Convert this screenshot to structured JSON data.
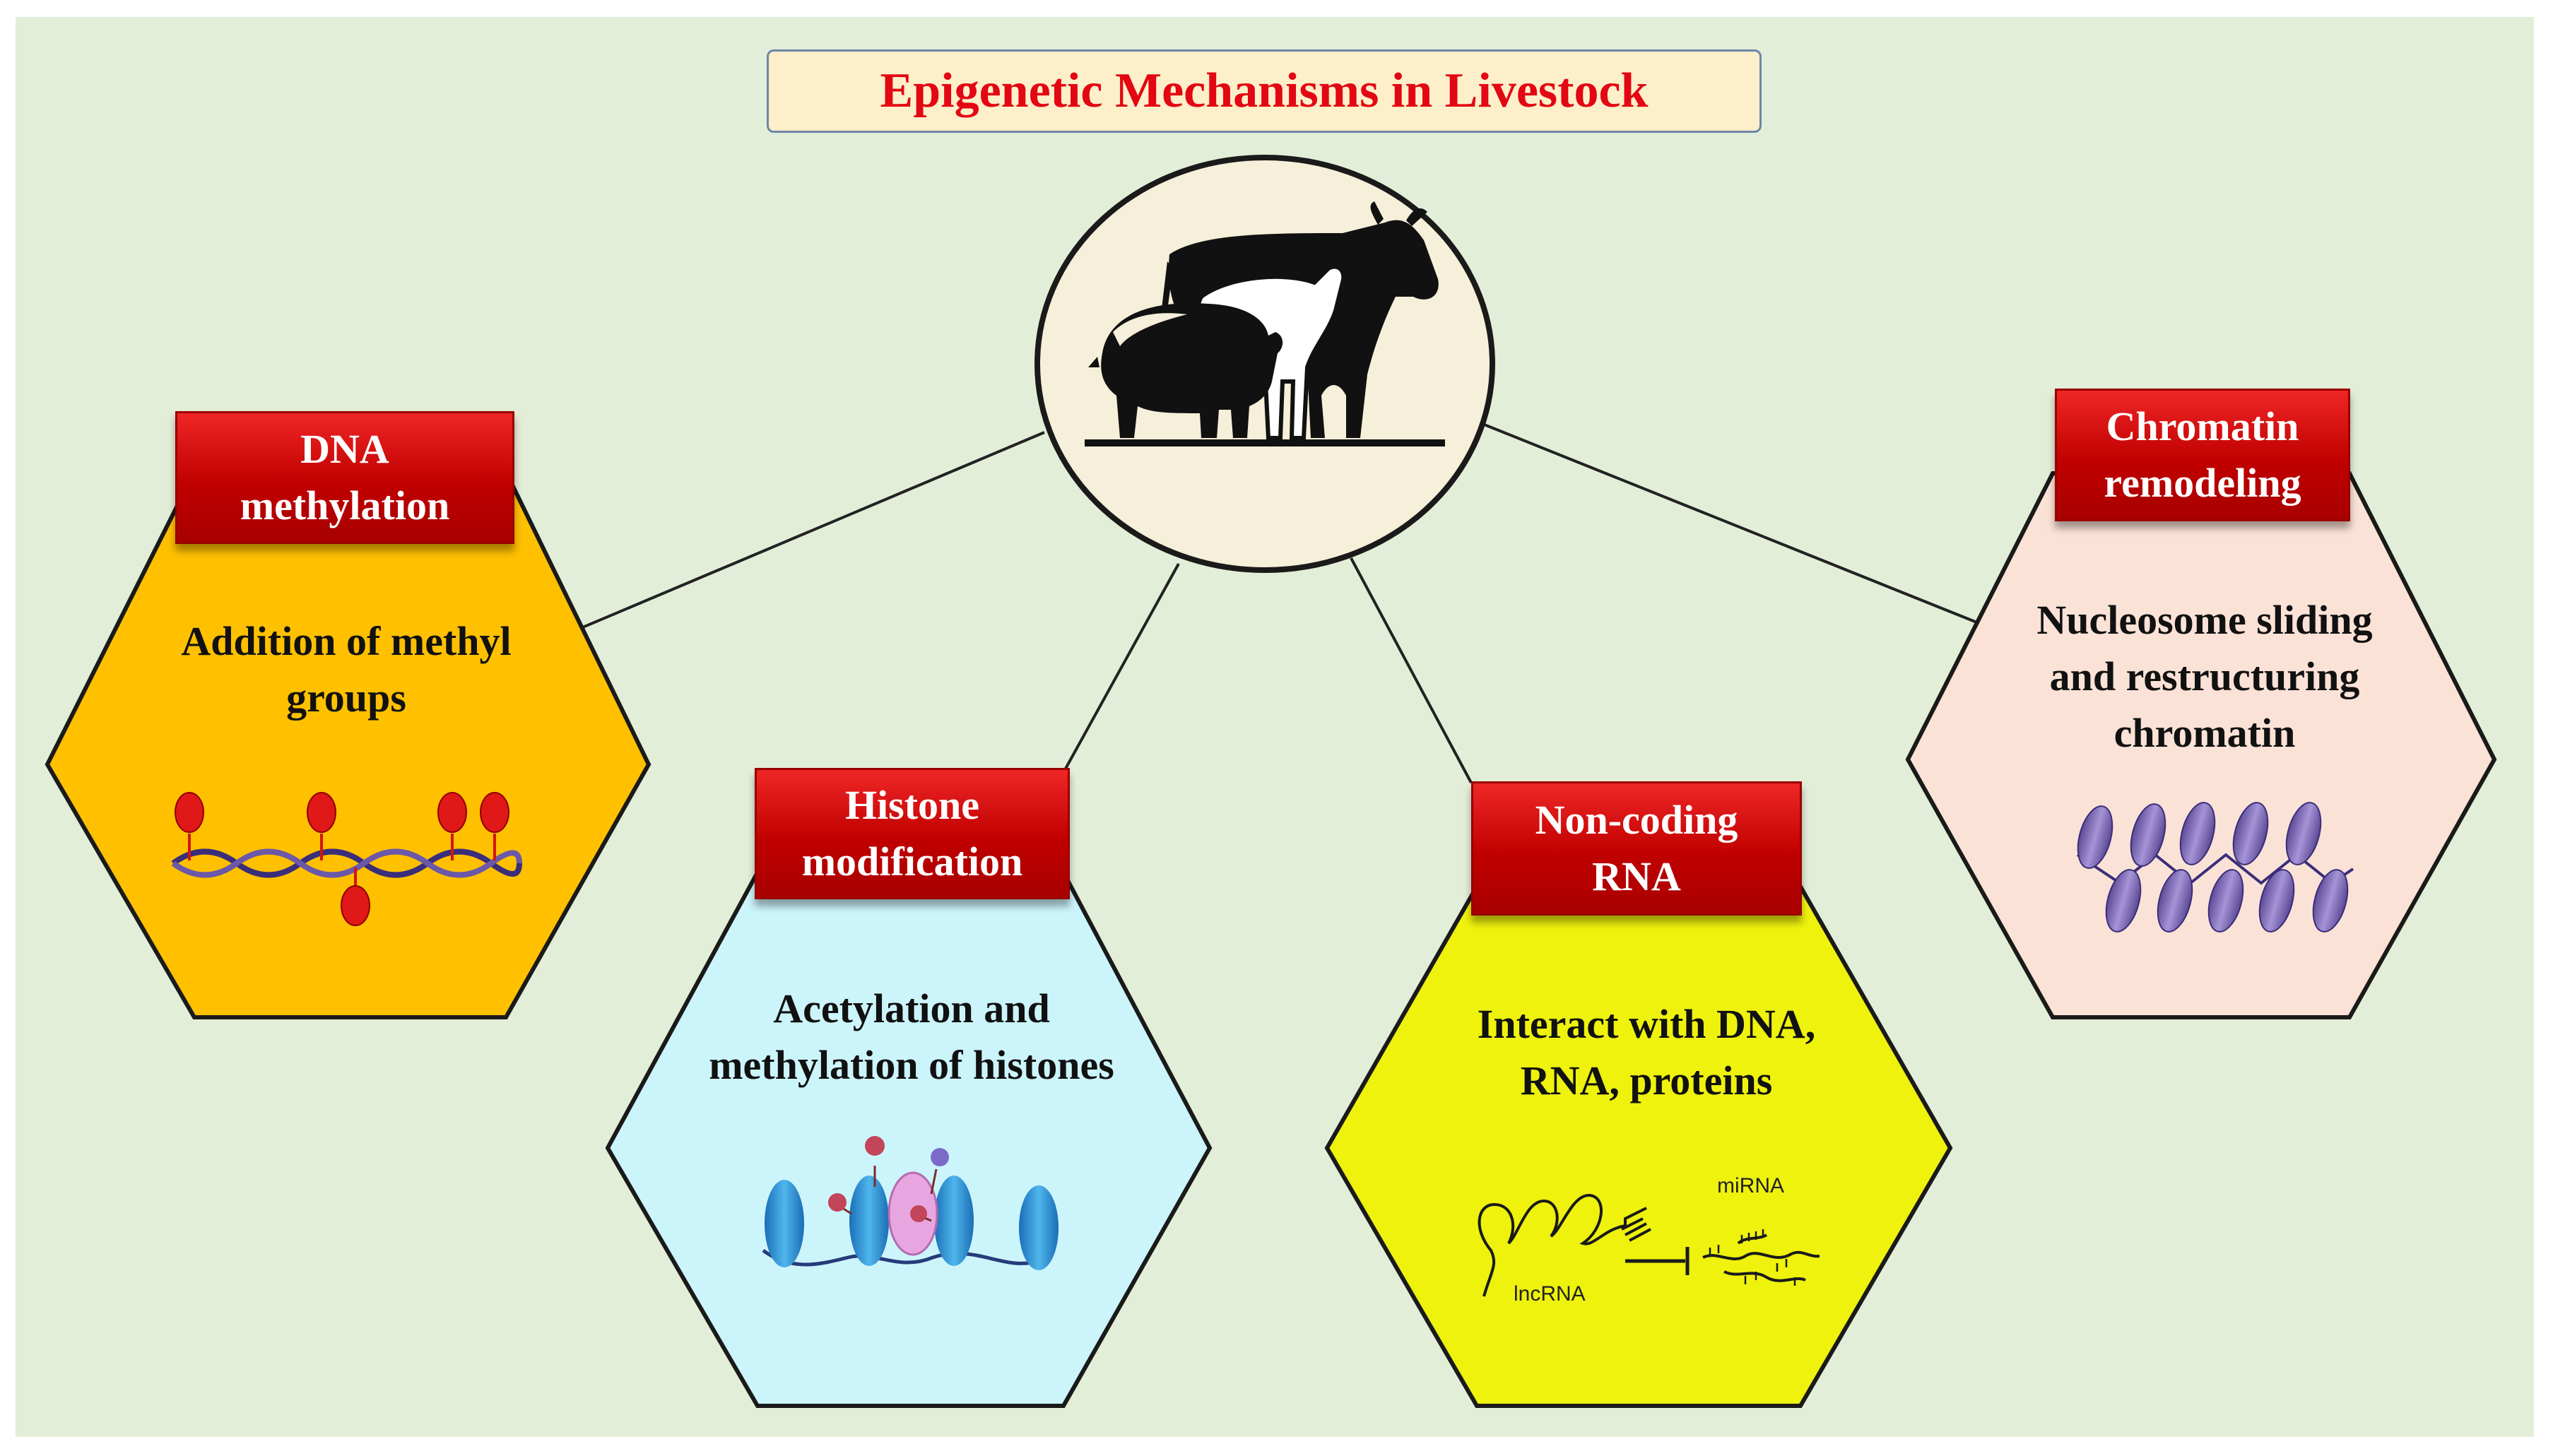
{
  "title": "Epigenetic Mechanisms in Livestock",
  "center": {
    "icon": "livestock-silhouette-icon"
  },
  "mechanisms": [
    {
      "id": "dna-methylation",
      "label": [
        "DNA",
        "methylation"
      ],
      "description": [
        "Addition of methyl",
        "groups"
      ],
      "fill_color": "#ffc000",
      "icon": "dna-methylation-icon"
    },
    {
      "id": "histone-modification",
      "label": [
        "Histone",
        "modification"
      ],
      "description": [
        "Acetylation and",
        "methylation of histones"
      ],
      "fill_color": "#ccf5fb",
      "icon": "histone-modification-icon"
    },
    {
      "id": "non-coding-rna",
      "label": [
        "Non-coding",
        "RNA"
      ],
      "description": [
        "Interact with DNA,",
        "RNA, proteins"
      ],
      "fill_color": "#eef20d",
      "icon": "non-coding-rna-icon",
      "figure_labels": {
        "lncrna": "lncRNA",
        "mirna": "miRNA"
      }
    },
    {
      "id": "chromatin-remodeling",
      "label": [
        "Chromatin",
        "remodeling"
      ],
      "description": [
        "Nucleosome sliding",
        "and restructuring",
        "chromatin"
      ],
      "fill_color": "#fbe2d6",
      "icon": "nucleosome-icon"
    }
  ],
  "colors": {
    "background": "#e3eed8",
    "title_text": "#e30613",
    "title_box": "#fcefc9",
    "label_box": "#c00000",
    "center_circle": "#f6efd9"
  }
}
